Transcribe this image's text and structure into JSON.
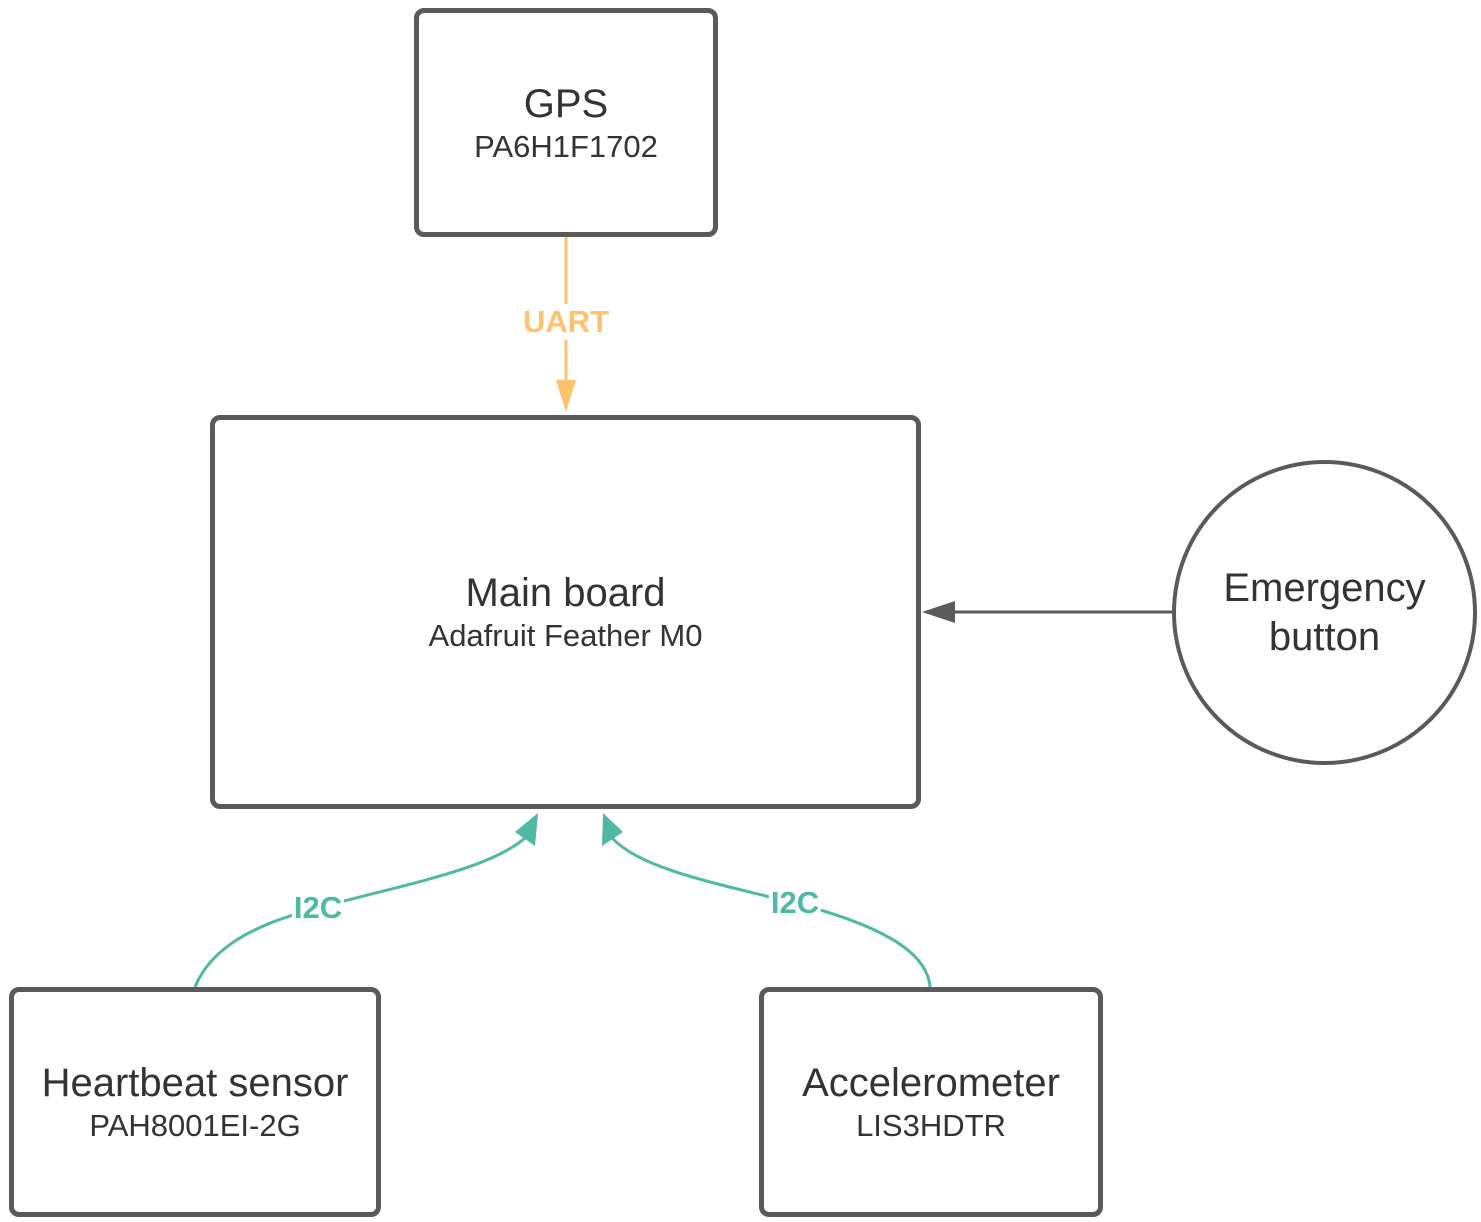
{
  "nodes": {
    "gps": {
      "title": "GPS",
      "subtitle": "PA6H1F1702"
    },
    "main": {
      "title": "Main board",
      "subtitle": "Adafruit Feather M0"
    },
    "emergency": {
      "title": "Emergency button"
    },
    "heartbeat": {
      "title": "Heartbeat sensor",
      "subtitle": "PAH8001EI-2G"
    },
    "accelerometer": {
      "title": "Accelerometer",
      "subtitle": "LIS3HDTR"
    }
  },
  "edges": [
    {
      "from": "gps",
      "to": "main",
      "label": "UART",
      "color": "#ffc26e"
    },
    {
      "from": "emergency",
      "to": "main",
      "label": "",
      "color": "#5a5a5a"
    },
    {
      "from": "heartbeat",
      "to": "main",
      "label": "I2C",
      "color": "#4fb9a3"
    },
    {
      "from": "accelerometer",
      "to": "main",
      "label": "I2C",
      "color": "#4fb9a3"
    }
  ]
}
